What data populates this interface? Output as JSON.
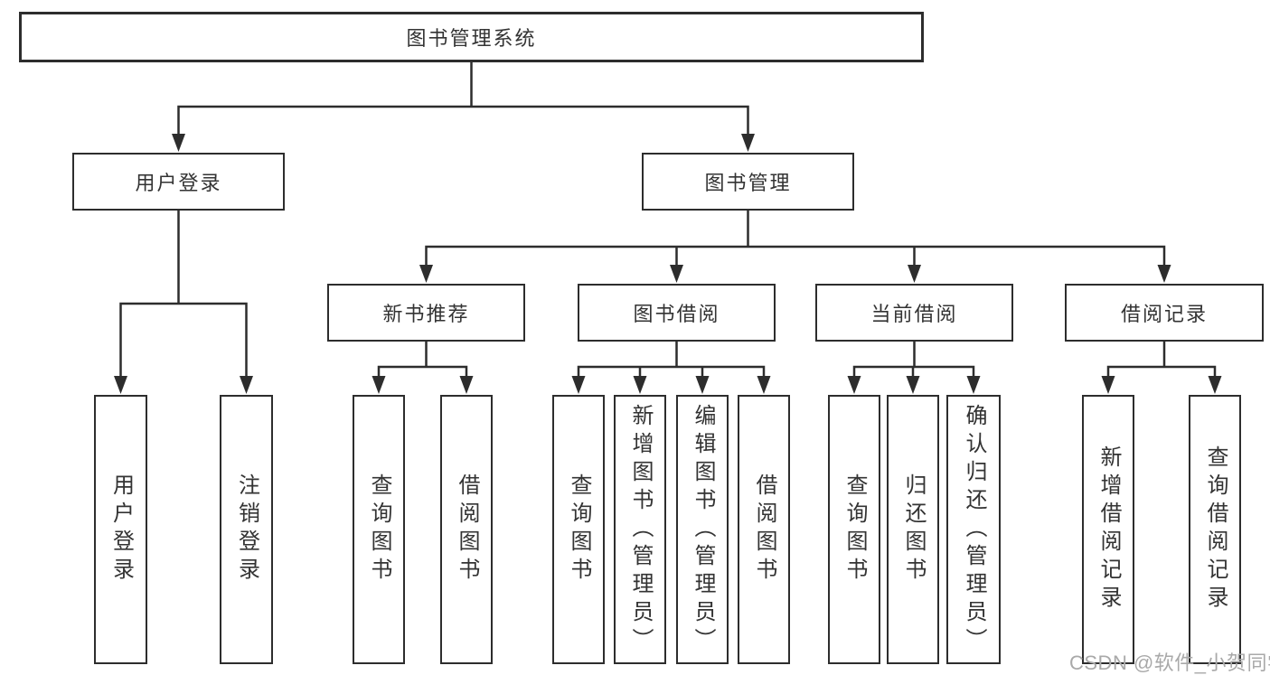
{
  "colors": {
    "line": "#2d2d2d",
    "box_border": "#2d2d2d",
    "text": "#333333",
    "background": "#ffffff",
    "watermark": "#a9a9a9"
  },
  "watermark": {
    "text": "CSDN @软件_小贺同学"
  },
  "tree": {
    "root": {
      "label": "图书管理系统",
      "children": [
        {
          "label": "用户登录",
          "children": [
            {
              "label": "用户登录"
            },
            {
              "label": "注销登录"
            }
          ]
        },
        {
          "label": "图书管理",
          "children": [
            {
              "label": "新书推荐",
              "children": [
                {
                  "label": "查询图书"
                },
                {
                  "label": "借阅图书"
                }
              ]
            },
            {
              "label": "图书借阅",
              "children": [
                {
                  "label": "查询图书"
                },
                {
                  "label": "新增图书（管理员）"
                },
                {
                  "label": "编辑图书（管理员）"
                },
                {
                  "label": "借阅图书"
                }
              ]
            },
            {
              "label": "当前借阅",
              "children": [
                {
                  "label": "查询图书"
                },
                {
                  "label": "归还图书"
                },
                {
                  "label": "确认归还（管理员）"
                }
              ]
            },
            {
              "label": "借阅记录",
              "children": [
                {
                  "label": "新增借阅记录"
                },
                {
                  "label": "查询借阅记录"
                }
              ]
            }
          ]
        }
      ]
    }
  }
}
